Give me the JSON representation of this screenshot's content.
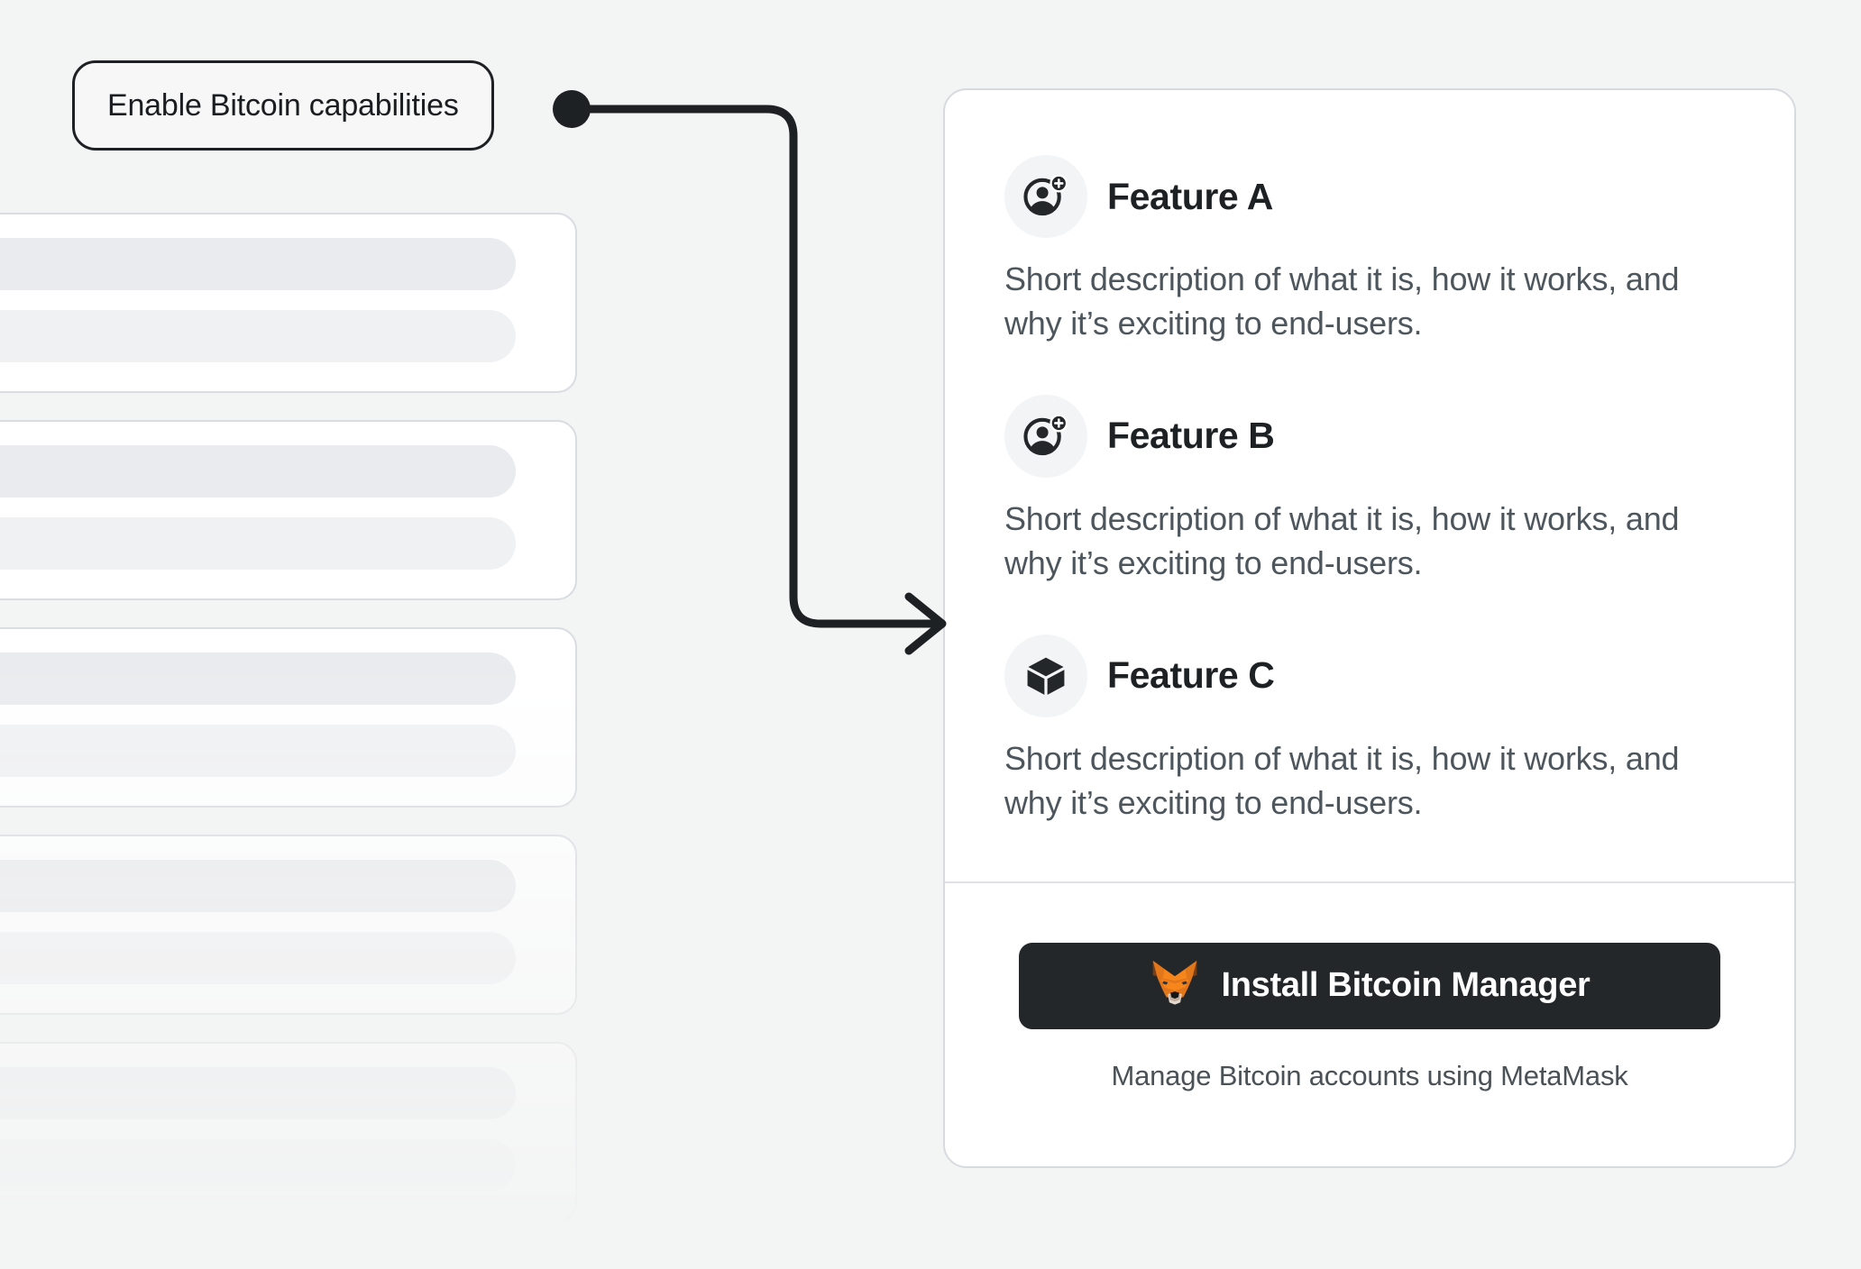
{
  "page": {
    "background_color": "#F3F4F4"
  },
  "annotation": {
    "label": "Enable Bitcoin capabilities",
    "connector_color": "#1E2124",
    "dot_icon": "connector-dot",
    "arrow_icon": "arrow-right"
  },
  "skeleton": {
    "placeholder_cards": [
      {
        "bar_primary": "",
        "bar_secondary": ""
      },
      {
        "bar_primary": "",
        "bar_secondary": ""
      },
      {
        "bar_primary": "",
        "bar_secondary": ""
      },
      {
        "bar_primary": "",
        "bar_secondary": ""
      },
      {
        "bar_primary": "",
        "bar_secondary": ""
      }
    ]
  },
  "feature_card": {
    "border_color": "#D7DADE",
    "background_color": "#FFFFFF",
    "features": [
      {
        "icon": "user-add-icon",
        "title": "Feature A",
        "description": "Short description of what it is, how it works, and why it’s exciting to end-users."
      },
      {
        "icon": "user-add-icon",
        "title": "Feature B",
        "description": "Short description of what it is, how it works, and why it’s exciting to end-users."
      },
      {
        "icon": "cube-icon",
        "title": "Feature C",
        "description": "Short description of what it is, how it works, and why it’s exciting to end-users."
      }
    ],
    "footer": {
      "install_button": {
        "label": "Install Bitcoin Manager",
        "icon": "metamask-fox-icon",
        "background_color": "#24272A",
        "text_color": "#FFFFFF"
      },
      "caption": "Manage Bitcoin accounts using MetaMask"
    }
  },
  "colors": {
    "text_primary": "#1E2124",
    "text_secondary": "#4E565D",
    "icon_badge_bg": "#F2F4F6",
    "metamask_orange": "#E2761B",
    "metamask_orange_light": "#F6851B",
    "metamask_brown": "#763D16",
    "metamask_cream": "#C0AD9E"
  }
}
